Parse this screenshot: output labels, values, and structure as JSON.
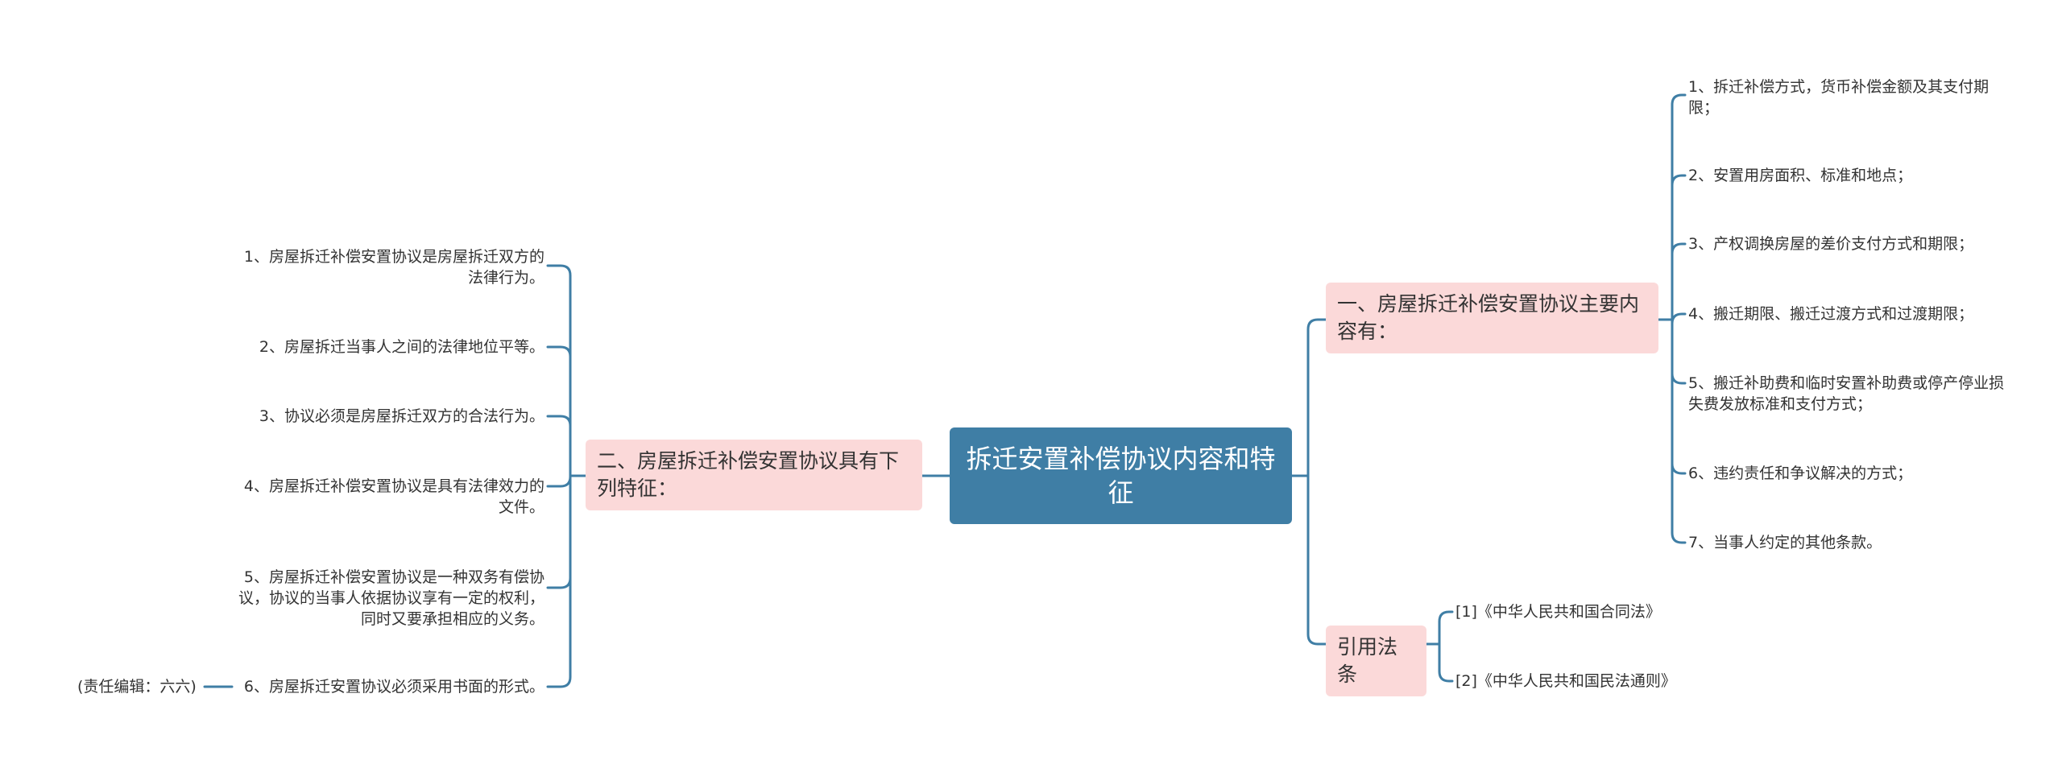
{
  "central": {
    "title": "拆迁安置补偿协议内容和特征"
  },
  "branches": {
    "contents": {
      "label": "一、房屋拆迁补偿安置协议主要内容有：",
      "items": [
        "1、拆迁补偿方式，货币补偿金额及其支付期限；",
        "2、安置用房面积、标准和地点；",
        "3、产权调换房屋的差价支付方式和期限；",
        "4、搬迁期限、搬迁过渡方式和过渡期限；",
        "5、搬迁补助费和临时安置补助费或停产停业损失费发放标准和支付方式；",
        "6、违约责任和争议解决的方式；",
        "7、当事人约定的其他条款。"
      ]
    },
    "references": {
      "label": "引用法条",
      "items": [
        "[1]《中华人民共和国合同法》",
        "[2]《中华人民共和国民法通则》"
      ]
    },
    "features": {
      "label": "二、房屋拆迁补偿安置协议具有下列特征：",
      "items": [
        "1、房屋拆迁补偿安置协议是房屋拆迁双方的法律行为。",
        "2、房屋拆迁当事人之间的法律地位平等。",
        "3、协议必须是房屋拆迁双方的合法行为。",
        "4、房屋拆迁补偿安置协议是具有法律效力的文件。",
        "5、房屋拆迁补偿安置协议是一种双务有偿协议，协议的当事人依据协议享有一定的权利，同时又要承担相应的义务。",
        "6、房屋拆迁安置协议必须采用书面的形式。"
      ],
      "editor_note": "(责任编辑：六六)"
    }
  },
  "colors": {
    "line": "#3f7ea5",
    "central": "#3f7ea5",
    "branch": "#fbd9d9",
    "text": "#333333"
  }
}
